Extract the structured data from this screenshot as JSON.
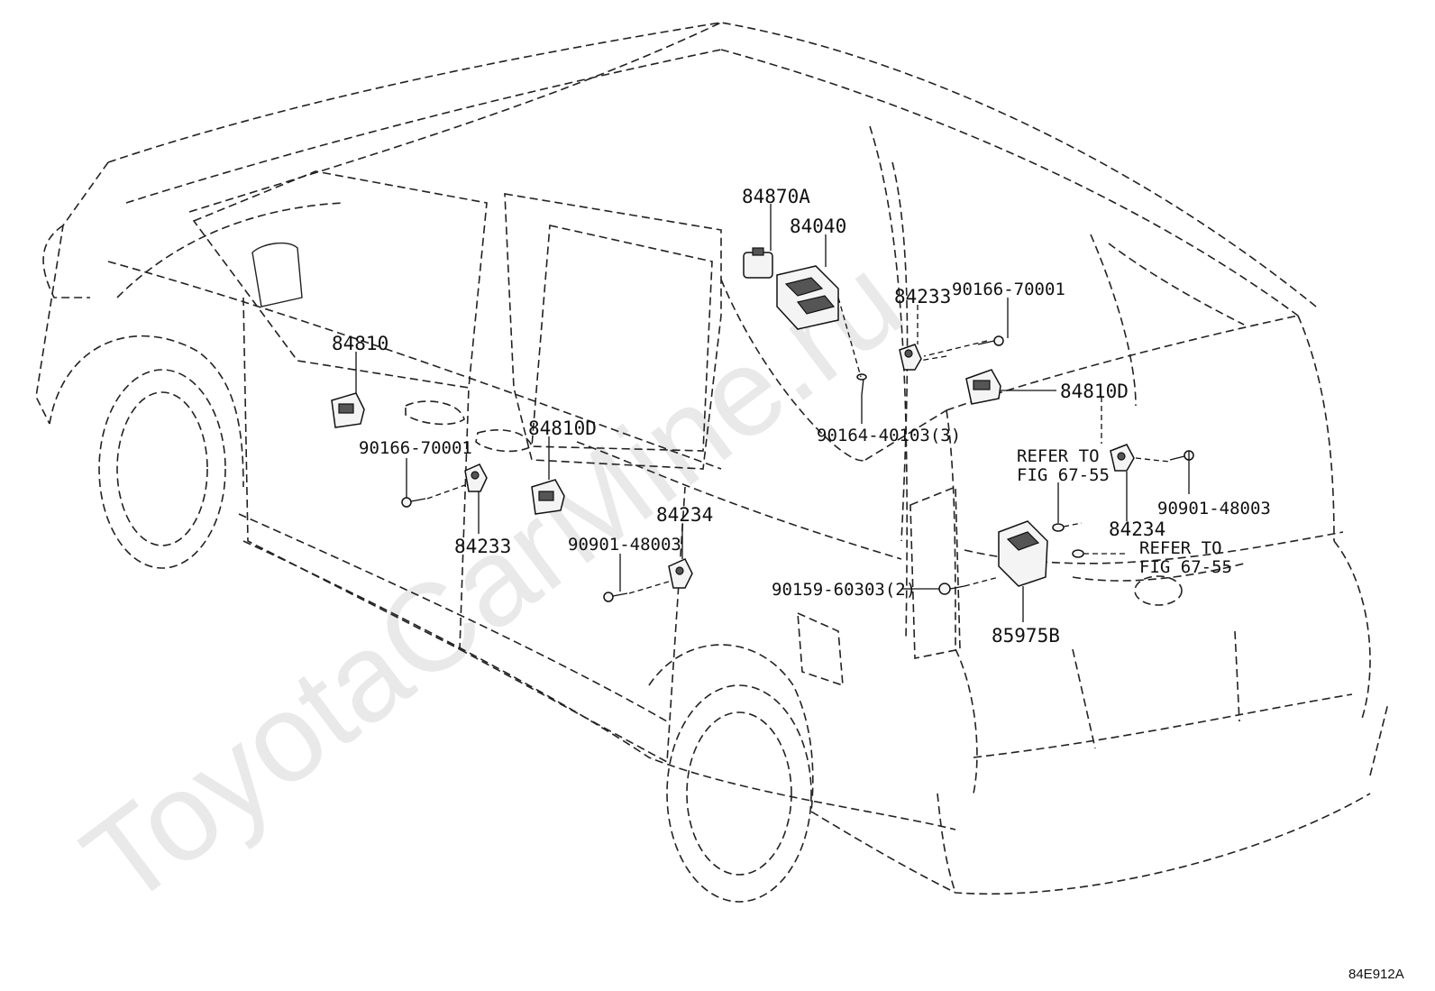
{
  "watermark": "ToyotaCarMine.ru",
  "figure_code": "84E912A",
  "labels": {
    "p84870A": "84870A",
    "p84040": "84040",
    "p84233_top": "84233",
    "p90166_top": "90166-70001",
    "p84810_left": "84810",
    "p84810D_right": "84810D",
    "p90164": "90164-40103(3)",
    "refer_1_line1": "REFER TO",
    "refer_1_line2": "FIG 67-55",
    "p90166_left": "90166-70001",
    "p84810D_mid": "84810D",
    "p84234_right": "84234",
    "p90901_right": "90901-48003",
    "p84234_mid": "84234",
    "refer_2_line1": "REFER TO",
    "refer_2_line2": "FIG 67-55",
    "p84233_bottom": "84233",
    "p90901_mid": "90901-48003",
    "p90159": "90159-60303(2)",
    "p85975B": "85975B"
  }
}
